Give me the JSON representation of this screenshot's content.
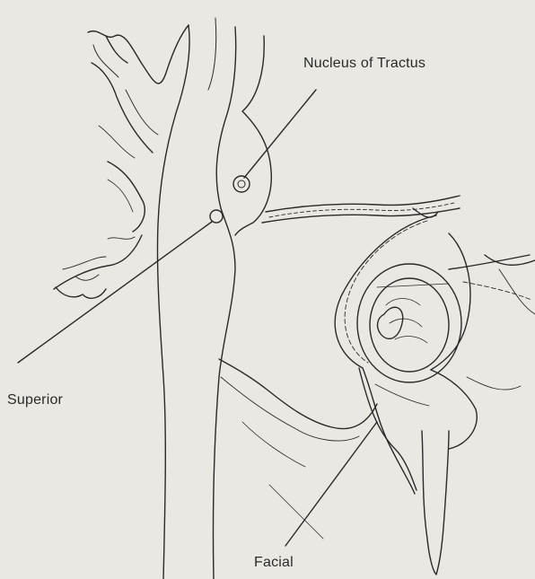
{
  "labels": {
    "nucleus": "Nucleus of Tractus",
    "superior": "Superior",
    "facial": "Facial"
  },
  "colors": {
    "background": "#e9e8e3",
    "ink": "#2a2a2a"
  }
}
